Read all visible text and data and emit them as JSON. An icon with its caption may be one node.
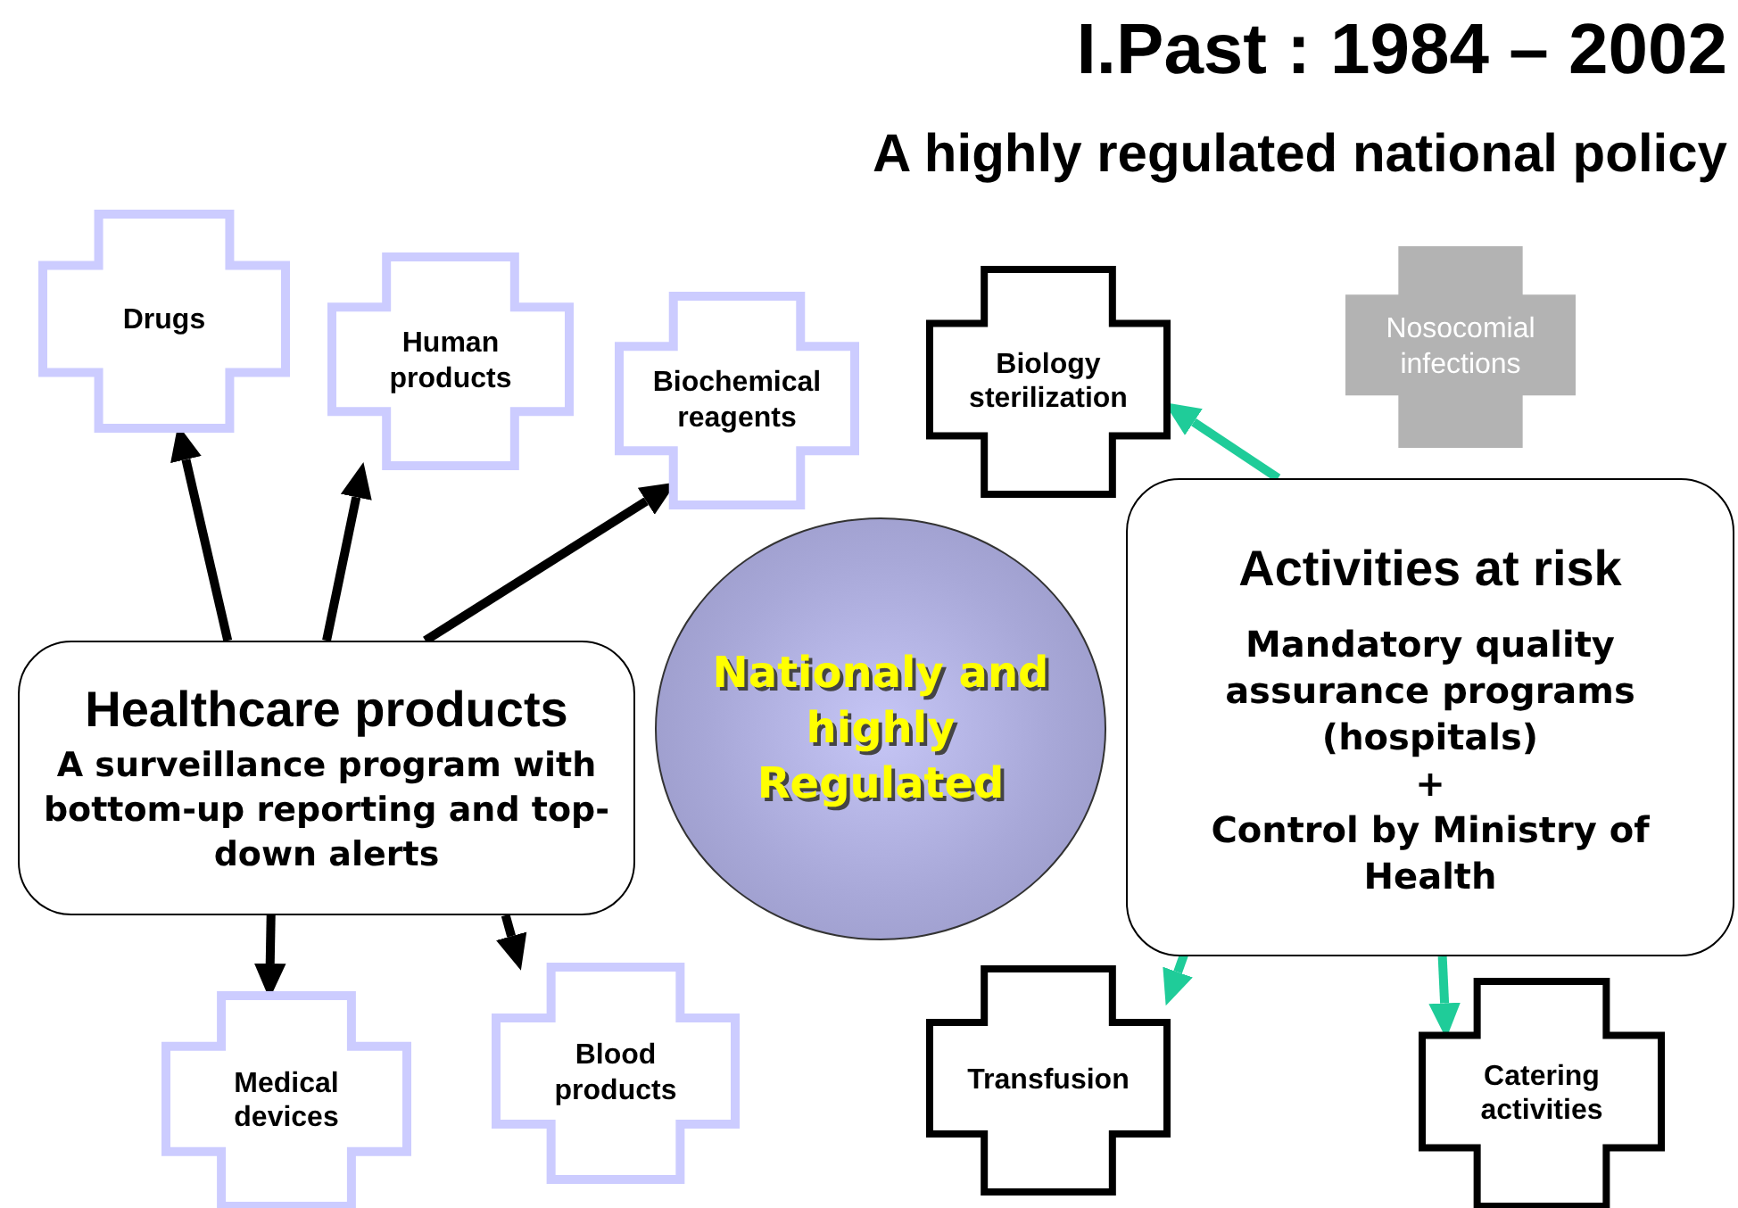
{
  "diagram": {
    "title": "I.Past : 1984 – 2002",
    "nodes": [
      {
        "text": [
          "Drugs"
        ]
      },
      {
        "text": [
          "Human products"
        ]
      },
      {
        "text": [
          "Biochemical reagents"
        ]
      },
      {
        "text": [
          "Healthcare products",
          "A surveillance program with bottom-up reporting and top-down alerts"
        ]
      },
      {
        "text": [
          "Nationaly and highly Regulated"
        ]
      },
      {
        "text": [
          "Medical devices"
        ]
      },
      {
        "text": [
          "Blood products"
        ]
      },
      {
        "text": [
          "Biology sterilization"
        ]
      },
      {
        "text": [
          "Nosocomial infections"
        ]
      },
      {
        "text": [
          "Activities at risk",
          "Mandatory quality assurance programs (hospitals)",
          "+",
          "Control by Ministry of Health"
        ]
      },
      {
        "text": [
          "Transfusion"
        ]
      },
      {
        "text": [
          "Catering activities"
        ]
      }
    ],
    "edges": [
      {
        "from": 3,
        "to": 0,
        "arrow": "to"
      },
      {
        "from": 3,
        "to": 1,
        "arrow": "to"
      },
      {
        "from": 3,
        "to": 2,
        "arrow": "to"
      },
      {
        "from": 3,
        "to": 5,
        "arrow": "to"
      },
      {
        "from": 3,
        "to": 6,
        "arrow": "to"
      },
      {
        "from": 9,
        "to": 7,
        "arrow": "to",
        "color": "#1fcc99"
      },
      {
        "from": 9,
        "to": 10,
        "arrow": "to",
        "color": "#1fcc99"
      },
      {
        "from": 9,
        "to": 11,
        "arrow": "to",
        "color": "#1fcc99"
      }
    ],
    "labels": [
      "A highly regulated national policy"
    ]
  }
}
